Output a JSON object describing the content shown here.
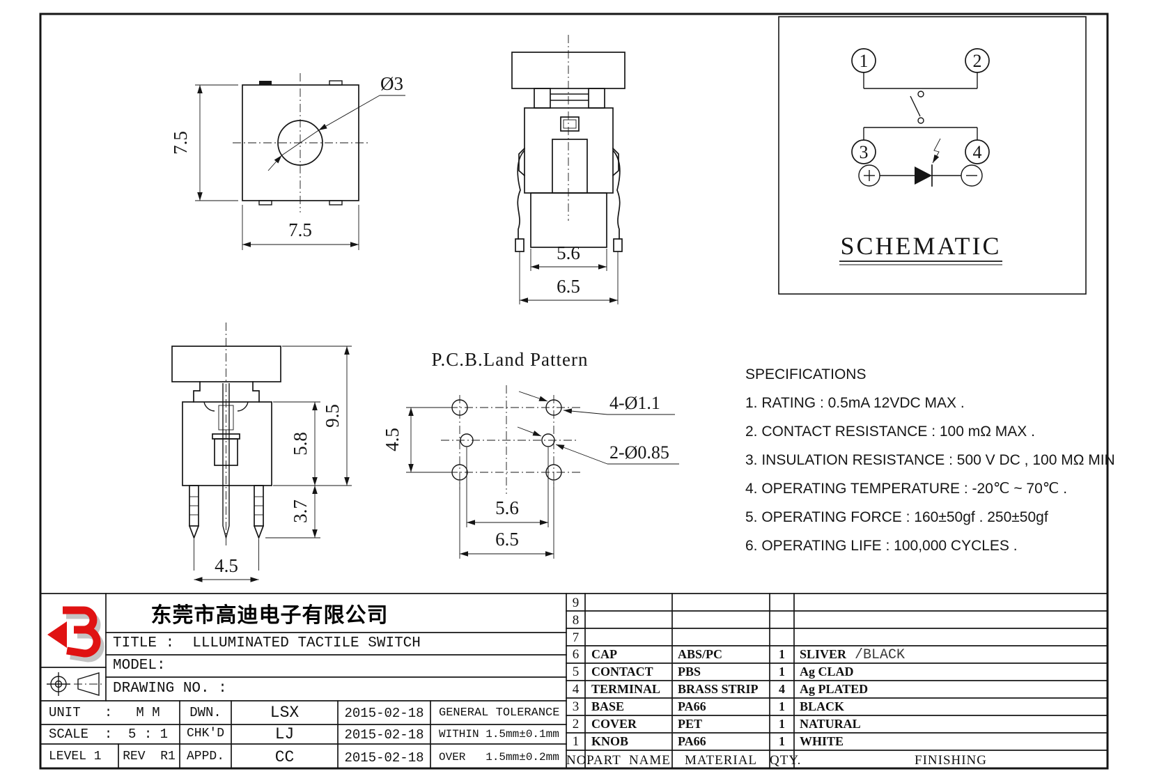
{
  "views": {
    "top_view": {
      "width_dim": "7.5",
      "height_dim": "7.5",
      "hole_label": "Ø3"
    },
    "front_view": {
      "pin_span_dim": "5.6",
      "base_width_dim": "6.5"
    },
    "side_view": {
      "total_height_dim": "9.5",
      "body_height_dim": "5.8",
      "pin_length_dim": "3.7",
      "pin_span_dim": "4.5"
    },
    "pcb_pattern": {
      "title": "P.C.B.Land Pattern",
      "row_pitch_dim": "4.5",
      "inner_pitch_dim": "5.6",
      "outer_pitch_dim": "6.5",
      "corner_holes_label": "4-Ø1.1",
      "middle_holes_label": "2-Ø0.85"
    },
    "schematic": {
      "title": "SCHEMATIC",
      "pin1": "1",
      "pin2": "2",
      "pin3": "3",
      "pin4": "4"
    }
  },
  "specifications": {
    "title": "SPECIFICATIONS",
    "items": [
      "1. RATING : 0.5mA 12VDC MAX .",
      "2. CONTACT RESISTANCE : 100 mΩ MAX .",
      "3. INSULATION RESISTANCE : 500 V DC , 100 MΩ MIN",
      "4. OPERATING TEMPERATURE : -20℃ ~ 70℃ .",
      "5. OPERATING FORCE : 160±50gf . 250±50gf",
      "6. OPERATING LIFE : 100,000 CYCLES ."
    ]
  },
  "title_block": {
    "company": "东莞市高迪电子有限公司",
    "title_label": "TITLE :",
    "title_value": "LLLUMINATED TACTILE SWITCH",
    "model_label": "MODEL:",
    "drawing_label": "DRAWING NO. :",
    "unit": "UNIT   :   M M",
    "scale": "SCALE  :  5 : 1",
    "level": "LEVEL 1",
    "rev": "REV  R1",
    "dwn": "DWN.",
    "chkd": "CHK'D",
    "appd": "APPD.",
    "dwn_name": "LSX",
    "chkd_name": "LJ",
    "appd_name": "CC",
    "dwn_date": "2015-02-18",
    "chkd_date": "2015-02-18",
    "appd_date": "2015-02-18",
    "tolerance_title": "GENERAL TOLERANCE",
    "tolerance_within": "WITHIN 1.5mm±0.1mm",
    "tolerance_over": "OVER   1.5mm±0.2mm"
  },
  "parts_table": {
    "headers": {
      "no": "NO.",
      "part": "PART  NAME",
      "material": "MATERIAL",
      "qty": "QTY.",
      "finishing": "FINISHING"
    },
    "rows": [
      {
        "no": "9",
        "part": "",
        "material": "",
        "qty": "",
        "finishing": "",
        "finishing_alt": ""
      },
      {
        "no": "8",
        "part": "",
        "material": "",
        "qty": "",
        "finishing": "",
        "finishing_alt": ""
      },
      {
        "no": "7",
        "part": "",
        "material": "",
        "qty": "",
        "finishing": "",
        "finishing_alt": ""
      },
      {
        "no": "6",
        "part": "CAP",
        "material": "ABS/PC",
        "qty": "1",
        "finishing": "SLIVER",
        "finishing_alt": " /BLACK"
      },
      {
        "no": "5",
        "part": "CONTACT",
        "material": "PBS",
        "qty": "1",
        "finishing": "Ag CLAD",
        "finishing_alt": ""
      },
      {
        "no": "4",
        "part": "TERMINAL",
        "material": "BRASS STRIP",
        "qty": "4",
        "finishing": "Ag PLATED",
        "finishing_alt": ""
      },
      {
        "no": "3",
        "part": "BASE",
        "material": "PA66",
        "qty": "1",
        "finishing": "BLACK",
        "finishing_alt": ""
      },
      {
        "no": "2",
        "part": "COVER",
        "material": "PET",
        "qty": "1",
        "finishing": "NATURAL",
        "finishing_alt": ""
      },
      {
        "no": "1",
        "part": "KNOB",
        "material": "PA66",
        "qty": "1",
        "finishing": "WHITE",
        "finishing_alt": ""
      }
    ]
  }
}
